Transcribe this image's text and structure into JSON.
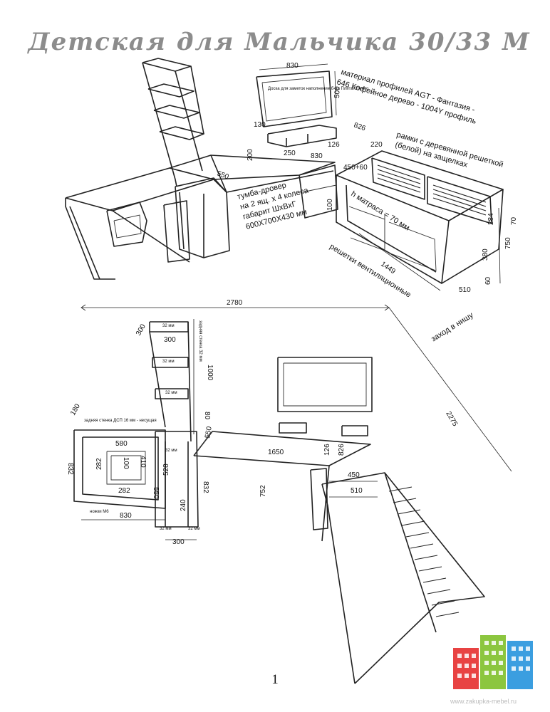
{
  "title": "Детская для Мальчика 30/33 М",
  "page_number": "1",
  "top": {
    "board_text": "Доска для заметок наполнение б-на Плита/Стекло",
    "board_width": "830",
    "board_height": "500",
    "dim_130": "130",
    "dim_200": "200",
    "dim_250": "250",
    "dim_126": "126",
    "dim_826": "826",
    "dim_220": "220",
    "dim_830": "830",
    "dim_550": "550",
    "dim_450_60": "450+60",
    "dim_100": "100",
    "dim_1449": "1449",
    "dim_284": "284",
    "dim_750": "750",
    "dim_70": "70",
    "dim_380": "380",
    "dim_60": "60",
    "dim_510": "510",
    "material_1": "материал профилей AGT - Фантазия -",
    "material_2": "646 Кофейное дерево - 1004Y профиль",
    "frames_1": "рамки с деревянной решеткой",
    "frames_2": "(белой) на защелках",
    "mattress": "h матраса = 70 мм",
    "vents": "решетки вентиляционные",
    "niche": "заход в нишу",
    "drawer_1": "тумба-дровер",
    "drawer_2": "на 2 ящ. х 4 колеса",
    "drawer_3": "габарит ШхВхГ",
    "drawer_4": "600Х700Х430 мм"
  },
  "bottom": {
    "dim_2780": "2780",
    "dim_2275": "2275",
    "dim_300a": "300",
    "dim_300b": "300",
    "dim_300c": "300",
    "dim_1000": "1000",
    "dim_80": "80",
    "dim_180": "180",
    "dim_832a": "832",
    "dim_832b": "832",
    "dim_580": "580",
    "dim_100": "100",
    "dim_410": "410",
    "dim_282a": "282",
    "dim_282b": "282",
    "dim_550a": "550",
    "dim_550b": "550",
    "dim_528": "528",
    "dim_240": "240",
    "dim_830": "830",
    "dim_1650": "1650",
    "dim_126": "126",
    "dim_826": "826",
    "dim_450": "450",
    "dim_510": "510",
    "dim_752": "752",
    "shelf_32_1": "32 мм",
    "shelf_32_2": "32 мм",
    "shelf_32_3": "32 мм",
    "shelf_32_4": "32 мм",
    "shelf_32_5": "32 мм",
    "shelf_32_6": "32 мм",
    "back_wall_32": "задняя стенка 32 мм",
    "back_wall_dsp": "задняя стенка ДСП 16 мм - несущая",
    "legs": "ножки М6"
  },
  "logo": {
    "colors": [
      "#e84343",
      "#8cc63f",
      "#3b9ee0"
    ]
  },
  "watermark": "www.zakupka-mebel.ru"
}
